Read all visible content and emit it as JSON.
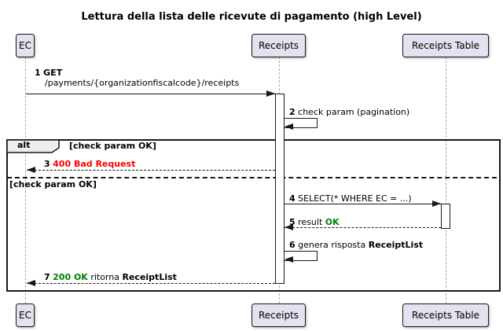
{
  "title": "Lettura della lista delle ricevute di pagamento (high Level)",
  "participants": [
    "EC",
    "Receipts",
    "Receipts Table"
  ],
  "frame": {
    "operator": "alt",
    "guard_if": "[check param OK]",
    "guard_else": "[check param OK]"
  },
  "messages": {
    "m1": {
      "num": "1",
      "verb": "GET",
      "path": "/payments/{organizationfiscalcode}/receipts"
    },
    "m2": {
      "num": "2",
      "text": "check param (pagination)"
    },
    "m3": {
      "num": "3",
      "error": "400 Bad Request"
    },
    "m4": {
      "num": "4",
      "text": "SELECT(* WHERE EC = ...)"
    },
    "m5": {
      "num": "5",
      "text": "result",
      "status": "OK"
    },
    "m6": {
      "num": "6",
      "text": "genera risposta",
      "object": "ReceiptList"
    },
    "m7": {
      "num": "7",
      "status": "200 OK",
      "text": "ritorna",
      "object": "ReceiptList"
    }
  },
  "colors": {
    "error": "#FF0000",
    "success": "#008000",
    "participant_fill": "#E2E2F0",
    "participant_border": "#181818",
    "frame_label_fill": "#EEEEEE",
    "lifeline": "#A8A8A8"
  }
}
